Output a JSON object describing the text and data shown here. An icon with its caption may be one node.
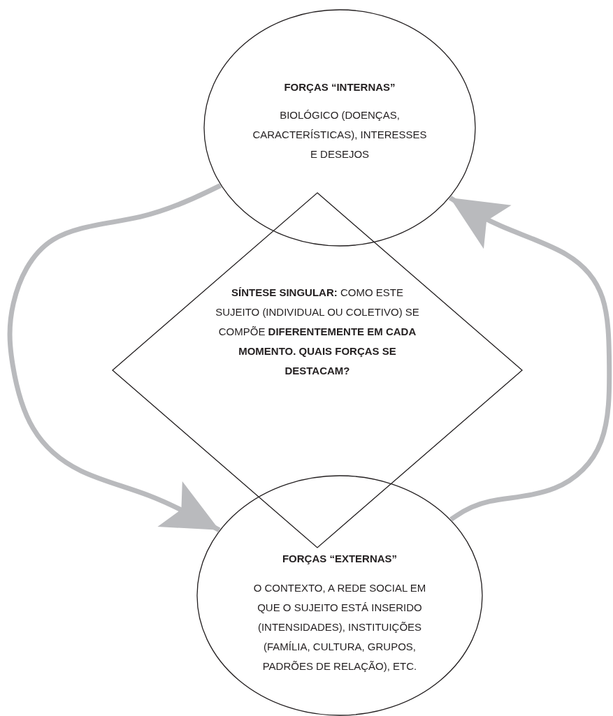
{
  "diagram": {
    "nodes": [
      {
        "text": [
          "FORÇAS “INTERNAS”",
          "BIOLÓGICO (DOENÇAS, CARACTERÍSTICAS), INTERESSES E DESEJOS"
        ]
      },
      {
        "text": [
          "**SÍNTESE SINGULAR:** COMO ESTE SUJEITO (INDIVIDUAL OU COLETIVO) SE COMPÕE **DIFERENTEMENTE EM CADA MOMENTO. QUAIS FORÇAS SE DESTACAM?**"
        ]
      },
      {
        "text": [
          "FORÇAS  “EXTERNAS”",
          "O CONTEXTO, A REDE SOCIAL EM QUE O SUJEITO ESTÁ INSERIDO (INTENSIDADES), INSTITUIÇÕES (FAMÍLIA, CULTURA, GRUPOS, PADRÕES DE RELAÇÃO), ETC."
        ]
      }
    ],
    "edges": [
      {
        "from": 0,
        "to": 2,
        "arrow": "to"
      },
      {
        "from": 2,
        "to": 0,
        "arrow": "to"
      }
    ]
  }
}
